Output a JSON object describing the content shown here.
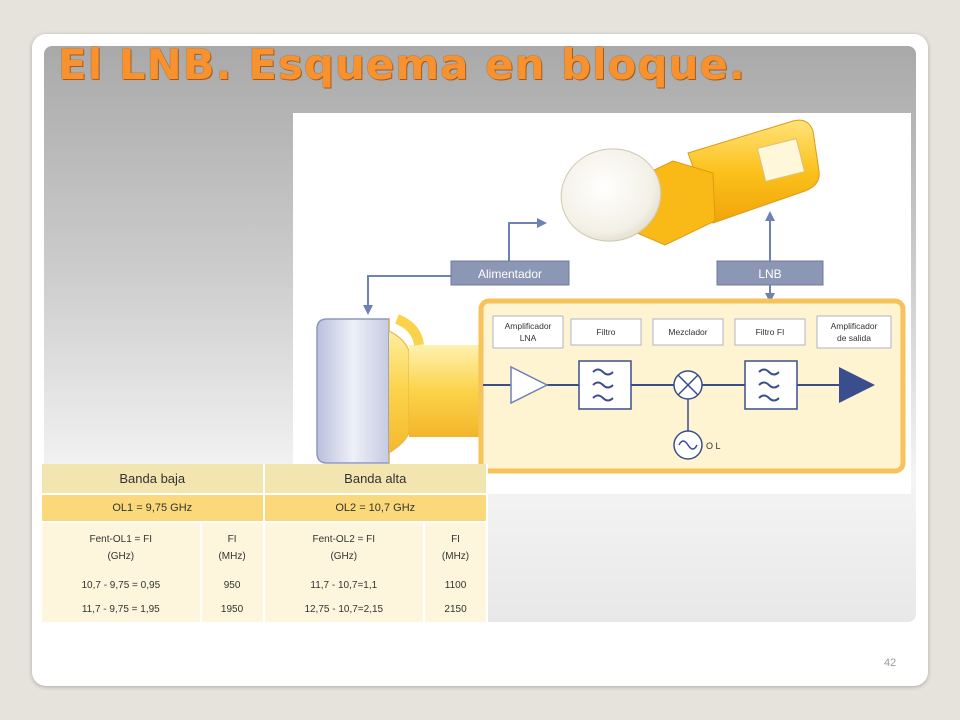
{
  "slide": {
    "title": "El LNB. Esquema en bloque.",
    "page_number": "42"
  },
  "diagram": {
    "label_feed": "Alimentador",
    "label_lnb": "LNB",
    "blocks": [
      {
        "line1": "Amplificador",
        "line2": "LNA"
      },
      {
        "line1": "Filtro",
        "line2": ""
      },
      {
        "line1": "Mezclador",
        "line2": ""
      },
      {
        "line1": "Filtro FI",
        "line2": ""
      },
      {
        "line1": "Amplificador",
        "line2": "de salida"
      }
    ],
    "oscillator_label": "O L",
    "colors": {
      "yellow": "#fbd34a",
      "frame": "#f6c25a",
      "label_fill": "#8c97b6",
      "arrow": "#6f82b6",
      "output_arrow": "#3a4e8e"
    }
  },
  "bands_table": {
    "low": {
      "header": "Banda baja",
      "ol": "OL1 = 9,75 GHz",
      "col_formula": "Fent-OL1 = FI",
      "col_formula_unit": "(GHz)",
      "col_fi": "FI",
      "col_fi_unit": "(MHz)",
      "rows": [
        {
          "formula": "10,7 - 9,75 = 0,95",
          "fi": "950"
        },
        {
          "formula": "11,7 - 9,75 = 1,95",
          "fi": "1950"
        }
      ]
    },
    "high": {
      "header": "Banda alta",
      "ol": "OL2 = 10,7 GHz",
      "col_formula": "Fent-OL2 = FI",
      "col_formula_unit": "(GHz)",
      "col_fi": "FI",
      "col_fi_unit": "(MHz)",
      "rows": [
        {
          "formula": "11,7 - 10,7=1,1",
          "fi": "1100"
        },
        {
          "formula": "12,75 - 10,7=2,15",
          "fi": "2150"
        }
      ]
    }
  }
}
